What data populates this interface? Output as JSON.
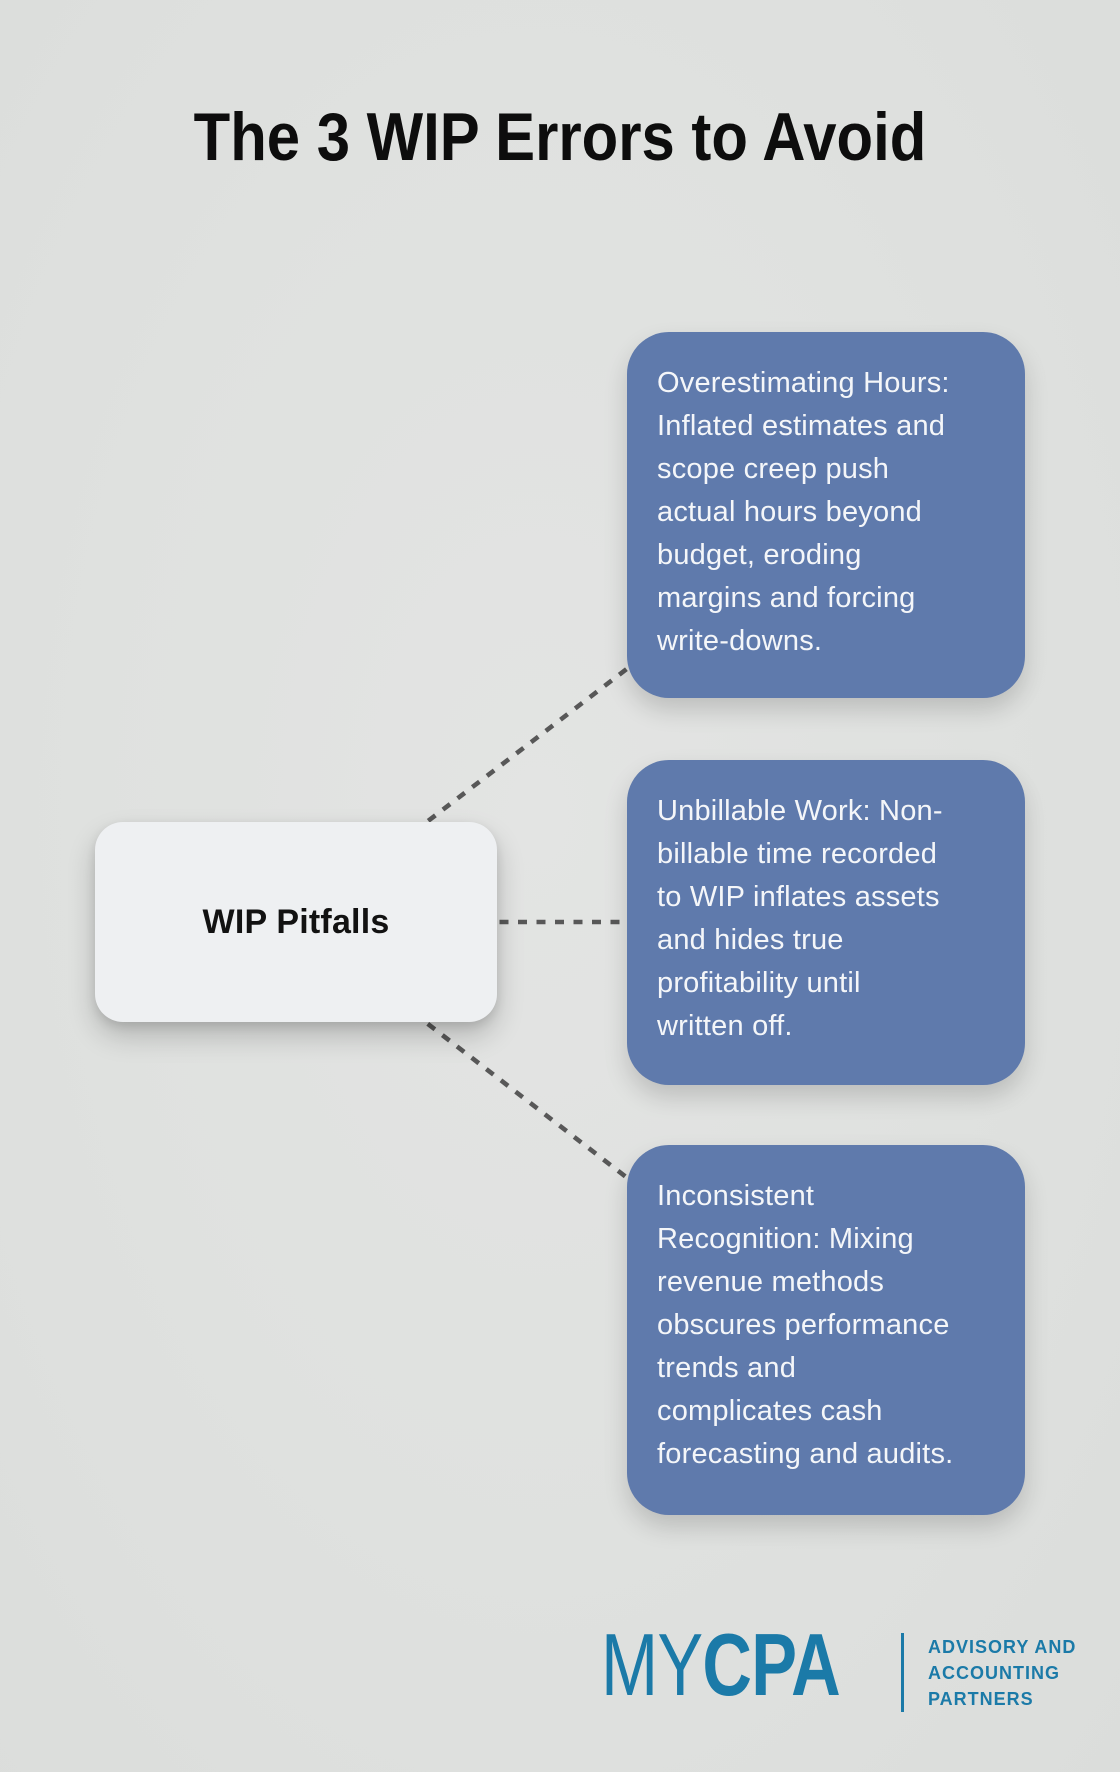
{
  "title": "The 3 WIP Errors to Avoid",
  "center_node": {
    "label": "WIP Pitfalls"
  },
  "pitfalls": [
    {
      "text": "Overestimating Hours:\nInflated estimates and\nscope creep push\nactual hours beyond\nbudget, eroding\nmargins and forcing\nwrite-downs."
    },
    {
      "text": "Unbillable Work: Non-\nbillable time recorded\nto WIP inflates assets\nand hides true\nprofitability until\nwritten off."
    },
    {
      "text": "Inconsistent\nRecognition: Mixing\nrevenue methods\nobscures performance\ntrends and\ncomplicates cash\nforecasting and audits."
    }
  ],
  "logo": {
    "brand_thin": "MY",
    "brand_bold": "CPA",
    "tagline": [
      "ADVISORY AND",
      "ACCOUNTING",
      "PARTNERS"
    ]
  },
  "colors": {
    "background": "#dfe1df",
    "title_text": "#0d0d0d",
    "center_node_fill": "#eef0f2",
    "center_node_text": "#121212",
    "pitfall_fill": "#5f7aac",
    "pitfall_text": "#f4f6f9",
    "connector": "#585858",
    "logo_blue": "#1b7aa8"
  }
}
